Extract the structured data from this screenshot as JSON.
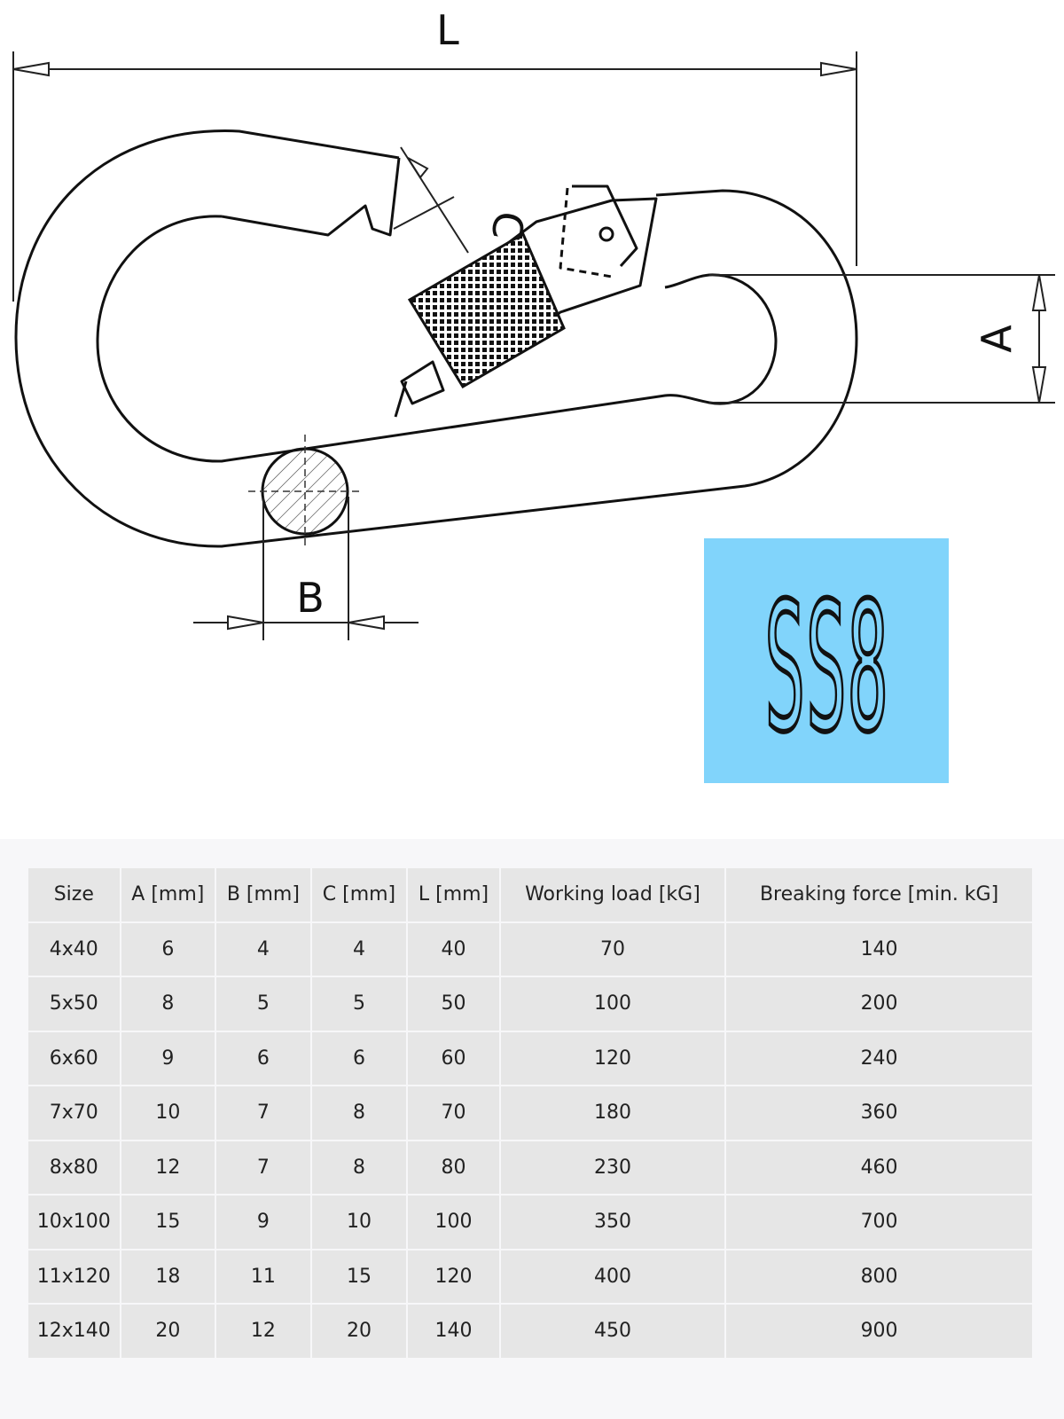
{
  "diagram": {
    "dimension_labels": {
      "L": "L",
      "A": "A",
      "B": "B",
      "C": "C"
    }
  },
  "logo": {
    "text": "SS8",
    "background": "#81d4fb",
    "ink": "#111111"
  },
  "table": {
    "headers": [
      "Size",
      "A [mm]",
      "B [mm]",
      "C [mm]",
      "L [mm]",
      "Working load [kG]",
      "Breaking force [min. kG]"
    ],
    "rows": [
      [
        "4x40",
        "6",
        "4",
        "4",
        "40",
        "70",
        "140"
      ],
      [
        "5x50",
        "8",
        "5",
        "5",
        "50",
        "100",
        "200"
      ],
      [
        "6x60",
        "9",
        "6",
        "6",
        "60",
        "120",
        "240"
      ],
      [
        "7x70",
        "10",
        "7",
        "8",
        "70",
        "180",
        "360"
      ],
      [
        "8x80",
        "12",
        "7",
        "8",
        "80",
        "230",
        "460"
      ],
      [
        "10x100",
        "15",
        "9",
        "10",
        "100",
        "350",
        "700"
      ],
      [
        "11x120",
        "18",
        "11",
        "15",
        "120",
        "400",
        "800"
      ],
      [
        "12x140",
        "20",
        "12",
        "20",
        "140",
        "450",
        "900"
      ]
    ]
  }
}
